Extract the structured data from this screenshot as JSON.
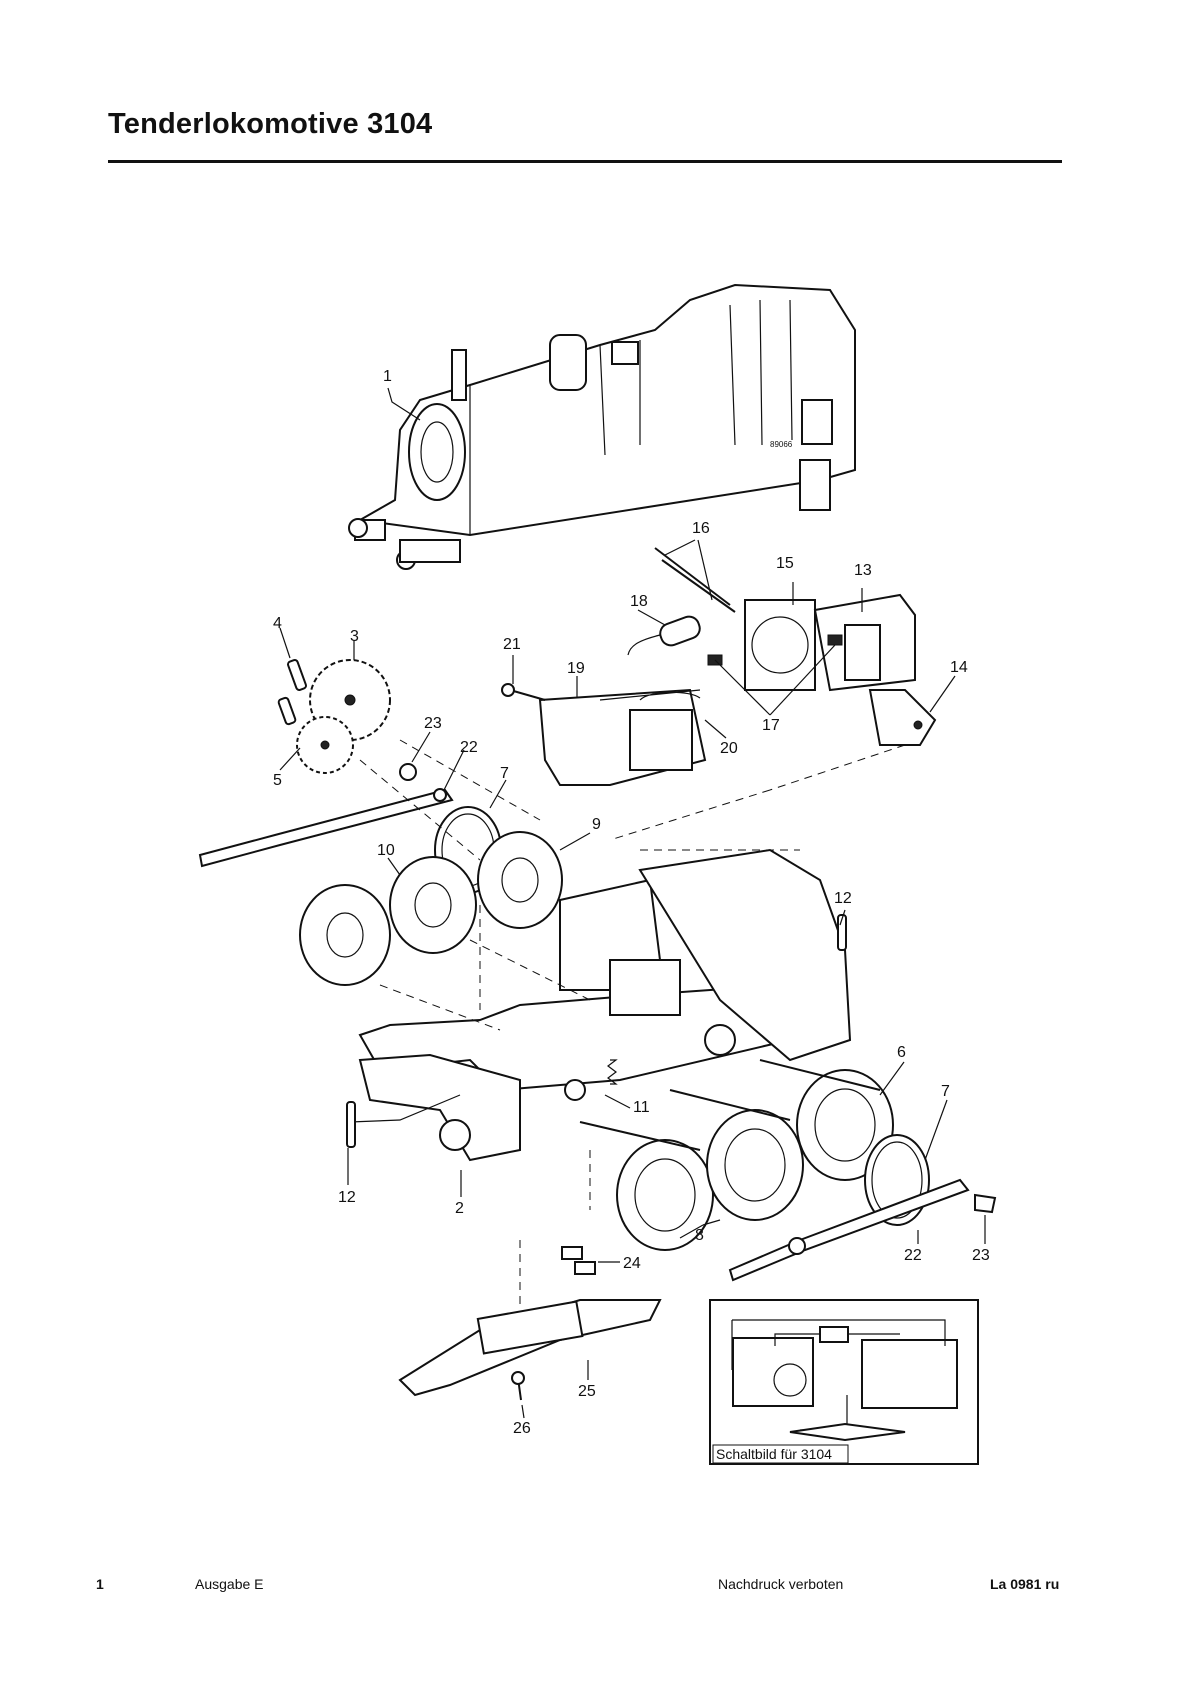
{
  "header": {
    "title": "Tenderlokomotive 3104"
  },
  "callouts": {
    "p1": "1",
    "p2": "2",
    "p3": "3",
    "p4": "4",
    "p5": "5",
    "p6": "6",
    "p7a": "7",
    "p7b": "7",
    "p8": "8",
    "p9": "9",
    "p10": "10",
    "p11": "11",
    "p12a": "12",
    "p12b": "12",
    "p13": "13",
    "p14": "14",
    "p15": "15",
    "p16": "16",
    "p17": "17",
    "p18": "18",
    "p19": "19",
    "p20": "20",
    "p21": "21",
    "p22a": "22",
    "p22b": "22",
    "p23a": "23",
    "p23b": "23",
    "p24": "24",
    "p25": "25",
    "p26": "26"
  },
  "body_marking": "89066",
  "schematic": {
    "caption": "Schaltbild für 3104"
  },
  "footer": {
    "page": "1",
    "edition": "Ausgabe E",
    "reprint": "Nachdruck verboten",
    "code": "La 0981 ru"
  }
}
